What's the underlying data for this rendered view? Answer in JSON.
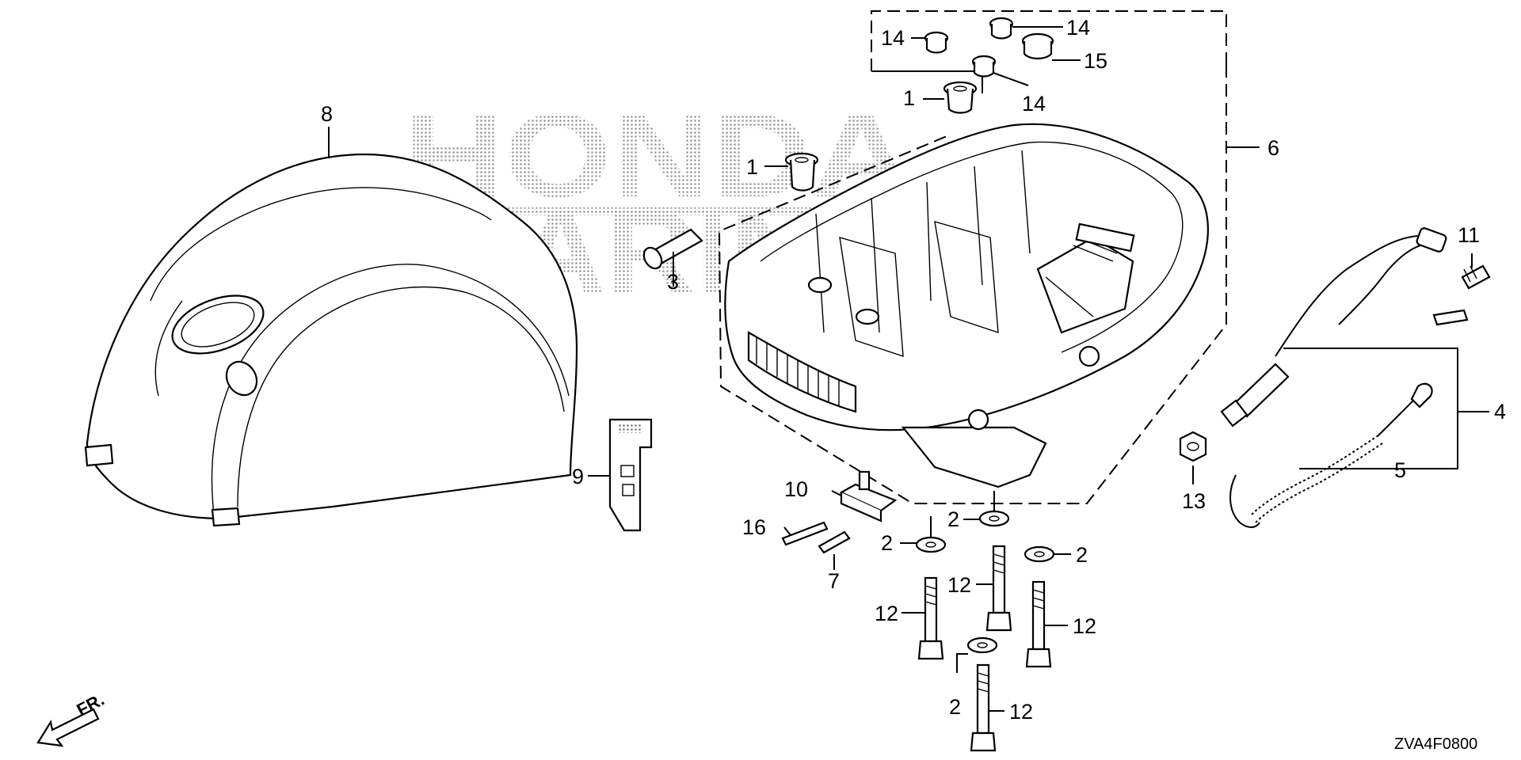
{
  "watermark": {
    "line1": "HONDA",
    "line2": "MARINE"
  },
  "diagram_code": "ZVA4F0800",
  "front_indicator": "FR.",
  "callouts": {
    "c1a": "1",
    "c1b": "1",
    "c2a": "2",
    "c2b": "2",
    "c2c": "2",
    "c2d": "2",
    "c3": "3",
    "c4": "4",
    "c5": "5",
    "c6": "6",
    "c7": "7",
    "c8": "8",
    "c9": "9",
    "c10": "10",
    "c11": "11",
    "c12a": "12",
    "c12b": "12",
    "c12c": "12",
    "c12d": "12",
    "c13": "13",
    "c14a": "14",
    "c14b": "14",
    "c14c": "14",
    "c15": "15",
    "c16": "16"
  }
}
